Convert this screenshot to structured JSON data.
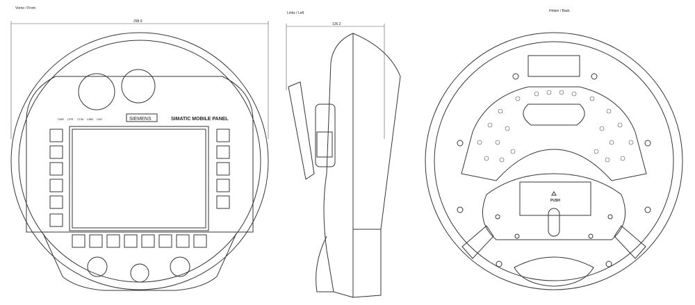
{
  "views": {
    "front": {
      "label": "Vorne / Front",
      "dimension": "298.9",
      "leds": [
        "CMR",
        "CPR",
        "CCM",
        "CMB",
        "CMT"
      ],
      "brand": "SIEMENS",
      "product": "SIMATIC MOBILE PANEL"
    },
    "left": {
      "label": "Links / Left",
      "dimension": "126.2"
    },
    "back": {
      "label": "Hinten / Back",
      "push_label": "PUSH"
    }
  }
}
